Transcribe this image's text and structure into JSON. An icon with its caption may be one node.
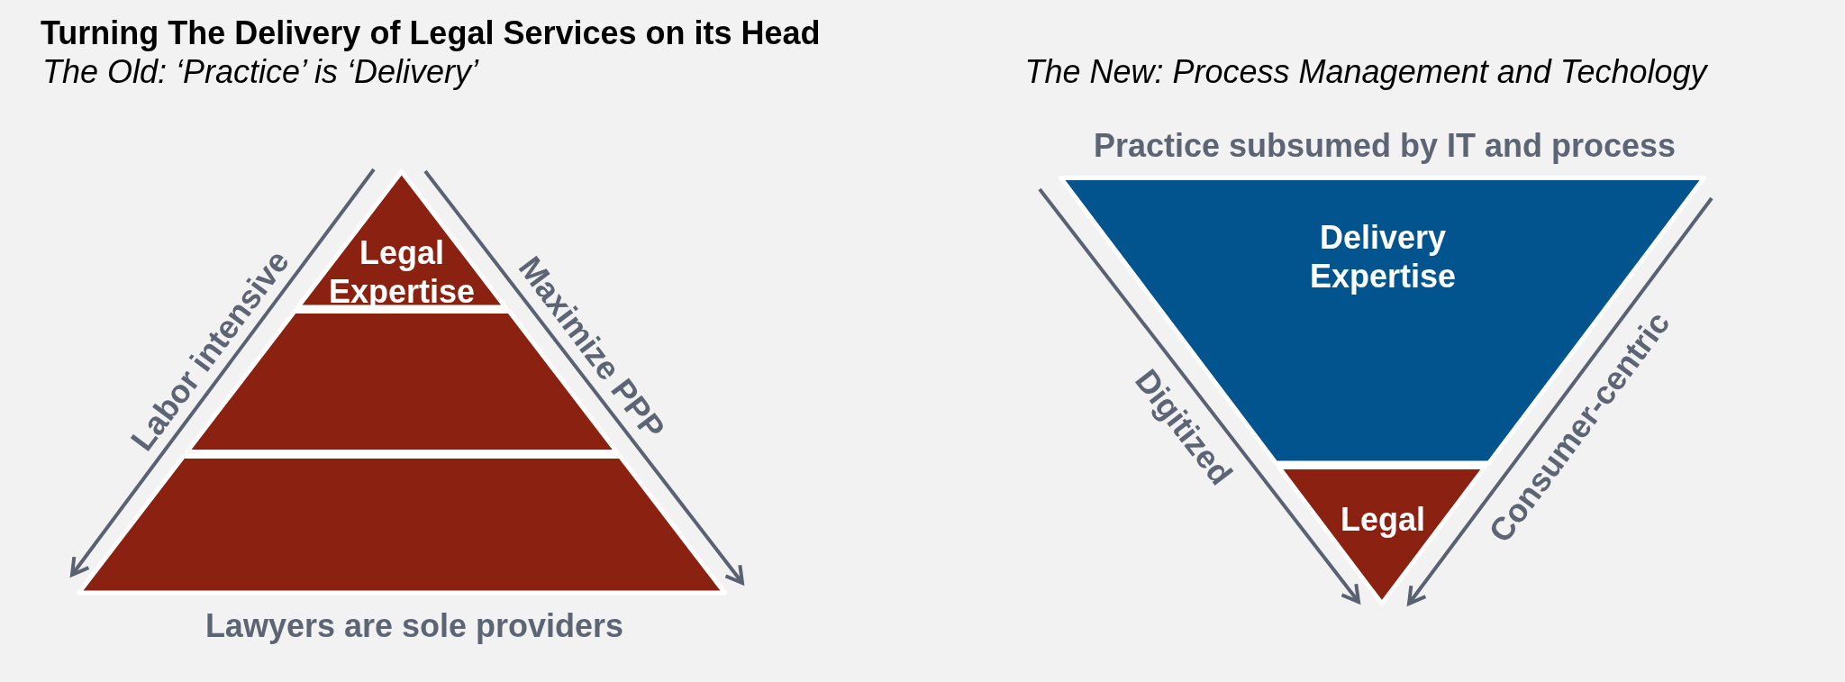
{
  "diagram": {
    "title": "Turning The Delivery of Legal Services on its Head",
    "nodes": [
      {
        "text": [
          "Legal Expertise"
        ]
      },
      {
        "text": [],
        "shape": "trapezoid"
      },
      {
        "text": [],
        "shape": "trapezoid",
        "beside": [
          "Lawyers are sole providers"
        ]
      },
      {
        "text": [
          "Delivery Expertise"
        ],
        "beside": [
          "Practice subsumed by IT and process"
        ]
      },
      {
        "text": [
          "Legal"
        ]
      }
    ],
    "labels": [
      "The Old: ‘Practice’ is ‘Delivery’",
      "The New: Process Management and Techology",
      "Labor intensive",
      "Maximize PPP",
      "Digitized",
      "Consumer-centric"
    ]
  }
}
